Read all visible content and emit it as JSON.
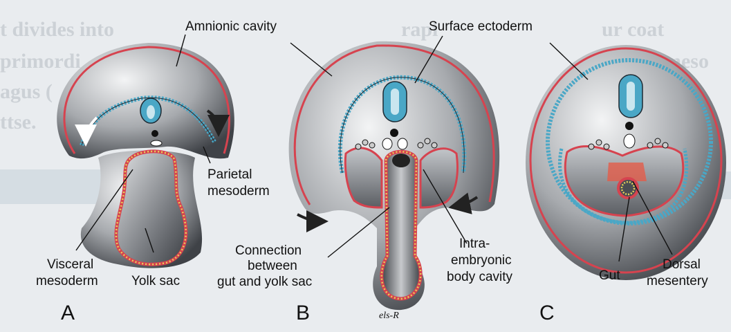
{
  "labels": {
    "amnionic_cavity": "Amnionic cavity",
    "surface_ectoderm": "Surface ectoderm",
    "parietal_1": "Parietal",
    "parietal_2": "mesoderm",
    "visceral_1": "Visceral",
    "visceral_2": "mesoderm",
    "yolk_sac": "Yolk sac",
    "connection_1": "Connection",
    "connection_2": "between",
    "connection_3": "gut and yolk sac",
    "intra_1": "Intra-",
    "intra_2": "embryonic",
    "intra_3": "body cavity",
    "gut": "Gut",
    "dorsal_1": "Dorsal",
    "dorsal_2": "mesentery"
  },
  "panels": {
    "a": "A",
    "b": "B",
    "c": "C"
  },
  "signature": "els-R",
  "colors": {
    "paper": "#e9ecef",
    "ectoderm": "#4aa7c6",
    "mesoderm": "#d6434f",
    "endoderm_dots": "#e4d15a",
    "tissue_dark": "#4a4d52",
    "tissue_light": "#d2d4d7"
  }
}
